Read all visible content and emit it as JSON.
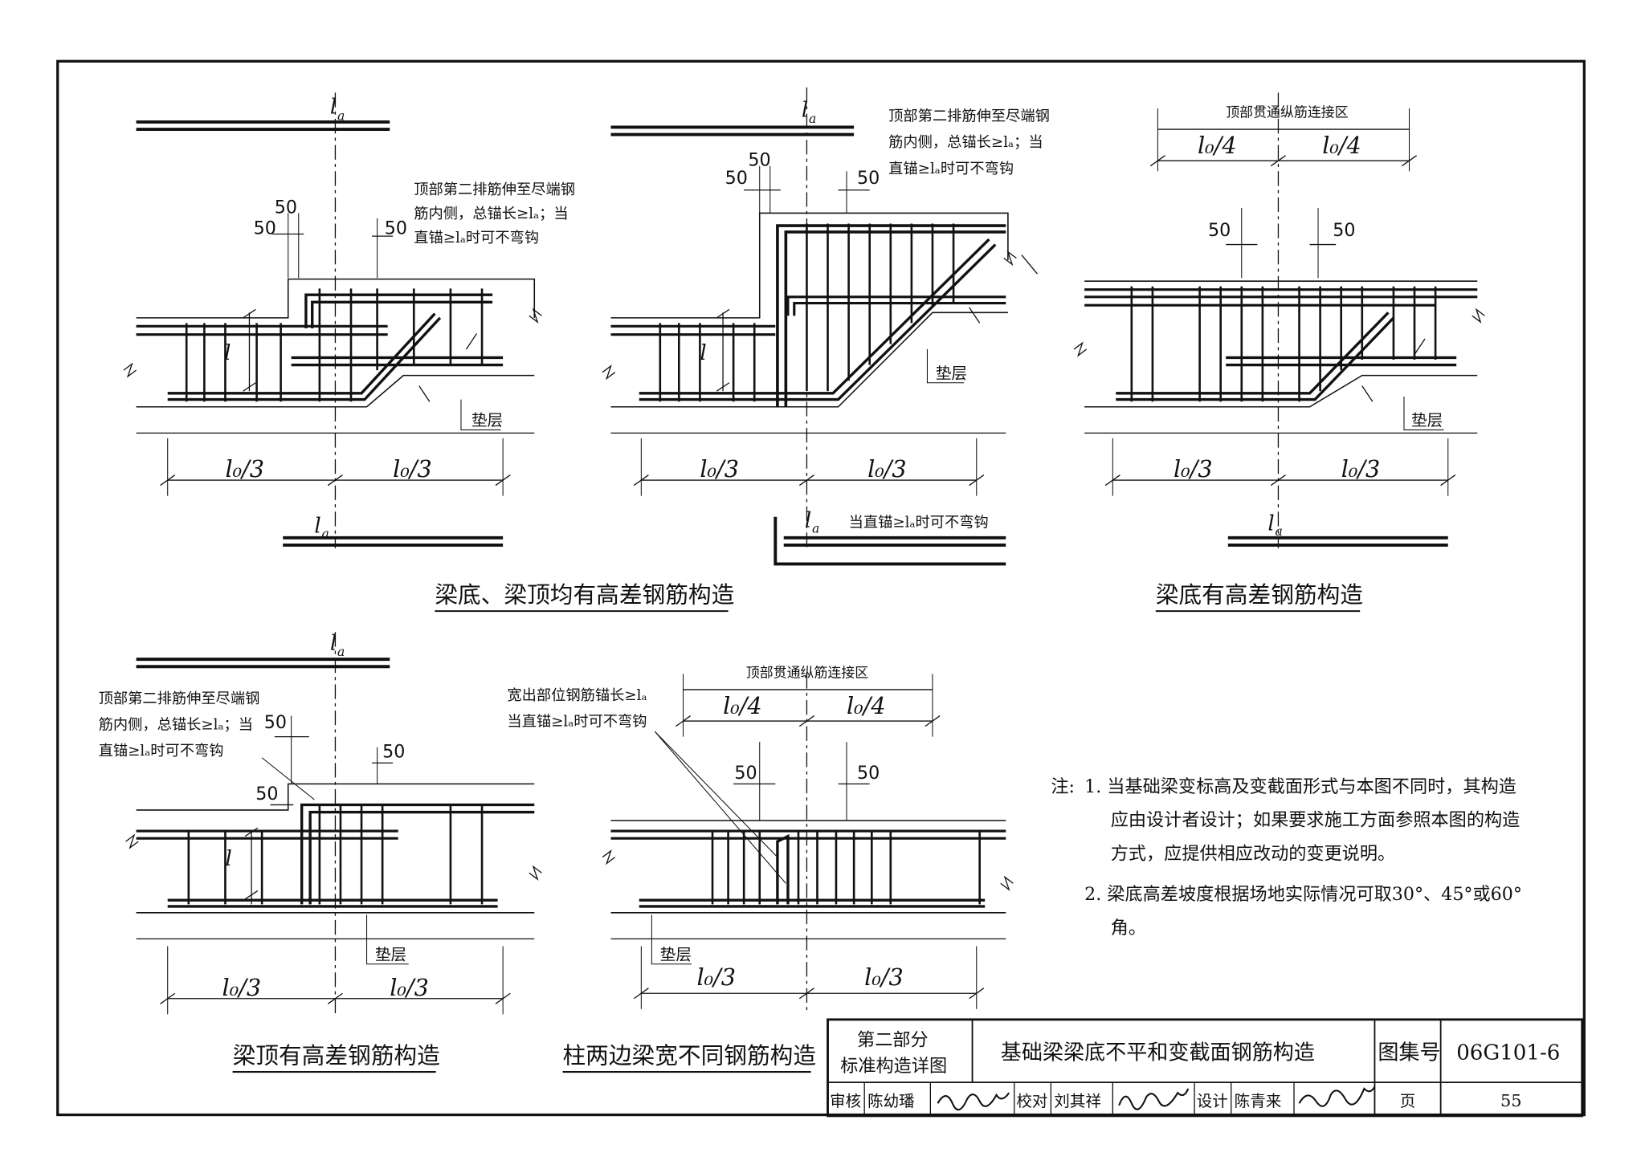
{
  "symbols": {
    "la": "l",
    "la_sub": "a",
    "l0_third": "l₀/3",
    "l0_quarter": "l₀/4",
    "dim50": "50",
    "cushion": "垫层",
    "top_zone": "顶部贯通纵筋连接区"
  },
  "notes": {
    "second_row": [
      "顶部第二排筋伸至尽端钢",
      "筋内侧，总锚长≥lₐ；当",
      "直锚≥lₐ时可不弯钩"
    ],
    "straight_no_hook": "当直锚≥lₐ时可不弯钩",
    "wide_part": [
      "宽出部位钢筋锚长≥lₐ",
      "当直锚≥lₐ时可不弯钩"
    ]
  },
  "captions": {
    "fig1": "梁底、梁顶均有高差钢筋构造",
    "fig2": "梁底有高差钢筋构造",
    "fig3": "梁顶有高差钢筋构造",
    "fig4": "柱两边梁宽不同钢筋构造"
  },
  "footnote": {
    "prefix": "注:",
    "items": [
      [
        "1. 当基础梁变标高及变截面形式与本图不同时，其构造",
        "应由设计者设计；如果要求施工方面参照本图的构造",
        "方式，应提供相应改动的变更说明。"
      ],
      [
        "2. 梁底高差坡度根据场地实际情况可取30°、45°或60°",
        "角。"
      ]
    ]
  },
  "title_block": {
    "part": "第二部分",
    "part_sub": "标准构造详图",
    "title": "基础梁梁底不平和变截面钢筋构造",
    "atlas_label": "图集号",
    "atlas_no": "06G101-6",
    "review_label": "审核",
    "reviewer": "陈幼璠",
    "check_label": "校对",
    "checker": "刘其祥",
    "design_label": "设计",
    "designer": "陈青来",
    "page_label": "页",
    "page_no": "55"
  }
}
